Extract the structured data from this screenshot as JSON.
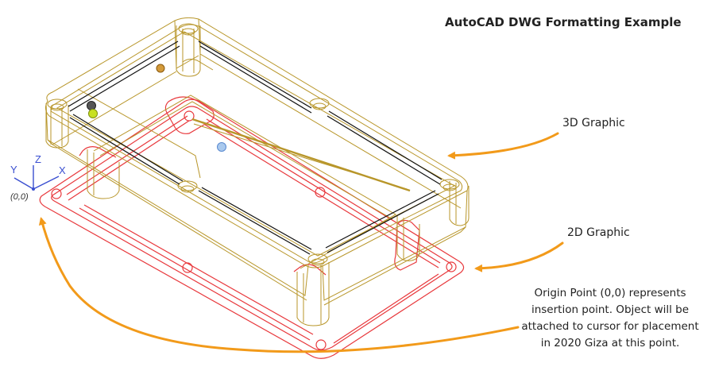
{
  "title": "AutoCAD DWG Formatting Example",
  "callouts": {
    "graphic_3d": "3D Graphic",
    "graphic_2d": "2D Graphic"
  },
  "note_lines": [
    "Origin Point (0,0) represents",
    "insertion point. Object will be",
    "attached to cursor for placement",
    "in 2020 Giza at this point."
  ],
  "origin": {
    "label": "(0,0)",
    "axis_x": "X",
    "axis_y": "Y",
    "axis_z": "Z"
  },
  "colors": {
    "wireframe_3d": "#b8962a",
    "outline_2d": "#e8383c",
    "arrow": "#f29a1a",
    "axis": "#3a4fd0",
    "text": "#222222"
  }
}
